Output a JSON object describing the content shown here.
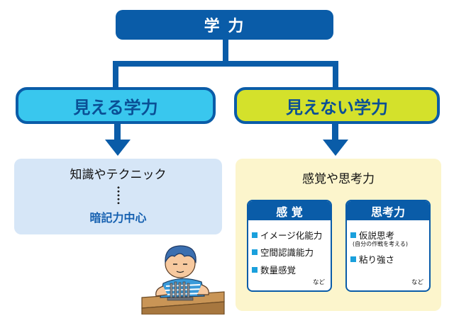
{
  "top": {
    "label": "学 力"
  },
  "visible": {
    "label": "見える学力",
    "knowledge": "知識やテクニック",
    "focus": "暗記力中心"
  },
  "invisible": {
    "label": "見えない学力",
    "subtitle": "感覚や思考力",
    "cards": [
      {
        "title": "感 覚",
        "items": [
          "イメージ化能力",
          "空間認識能力",
          "数量感覚"
        ],
        "etc": "など"
      },
      {
        "title": "思考力",
        "items": [
          "仮説思考",
          "粘り強さ"
        ],
        "note": "(自分の作戦を考える)",
        "etc": "など"
      }
    ]
  },
  "colors": {
    "primary": "#0a5ca8",
    "cyan": "#39c7ee",
    "lime": "#d4e12b",
    "visible_panel": "#d6e6f7",
    "invisible_panel": "#fcf5cc",
    "bullet": "#1aa0dc"
  },
  "illustration": {
    "icon": "boy-studying-icon"
  }
}
